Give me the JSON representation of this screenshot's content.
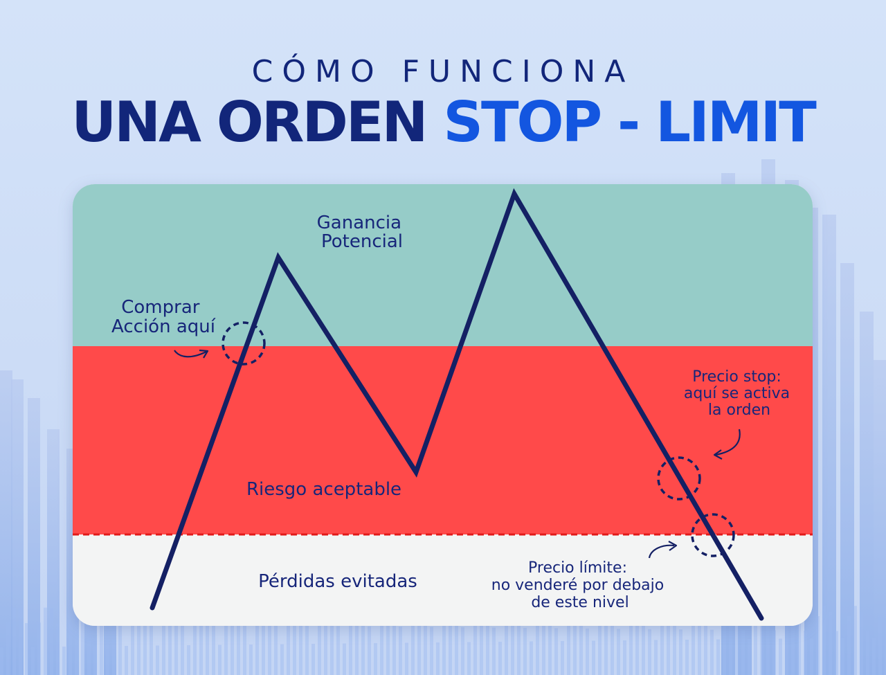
{
  "title": {
    "line1": "CÓMO FUNCIONA",
    "line2_main": "UNA ORDEN",
    "line2_accent": "STOP - LIMIT"
  },
  "zones": {
    "profit": {
      "label_lines": [
        "Ganancia",
        "Potencial"
      ],
      "color": "#96ccc8"
    },
    "risk": {
      "label": "Riesgo aceptable",
      "color": "#ff4a4a"
    },
    "loss": {
      "label": "Pérdidas evitadas",
      "color": "#f3f4f4"
    }
  },
  "annotations": {
    "buy": {
      "lines": [
        "Comprar",
        "Acción aquí"
      ]
    },
    "stop": {
      "lines": [
        "Precio stop:",
        "aquí se activa",
        "la orden"
      ]
    },
    "limit": {
      "lines": [
        "Precio límite:",
        "no venderé por debajo",
        "de este nivel"
      ]
    }
  },
  "colors": {
    "navy": "#12267a",
    "accent_blue": "#1356e0",
    "price_line": "#142064",
    "limit_dash": "#e21a1a",
    "background": "#d4e3f9"
  }
}
